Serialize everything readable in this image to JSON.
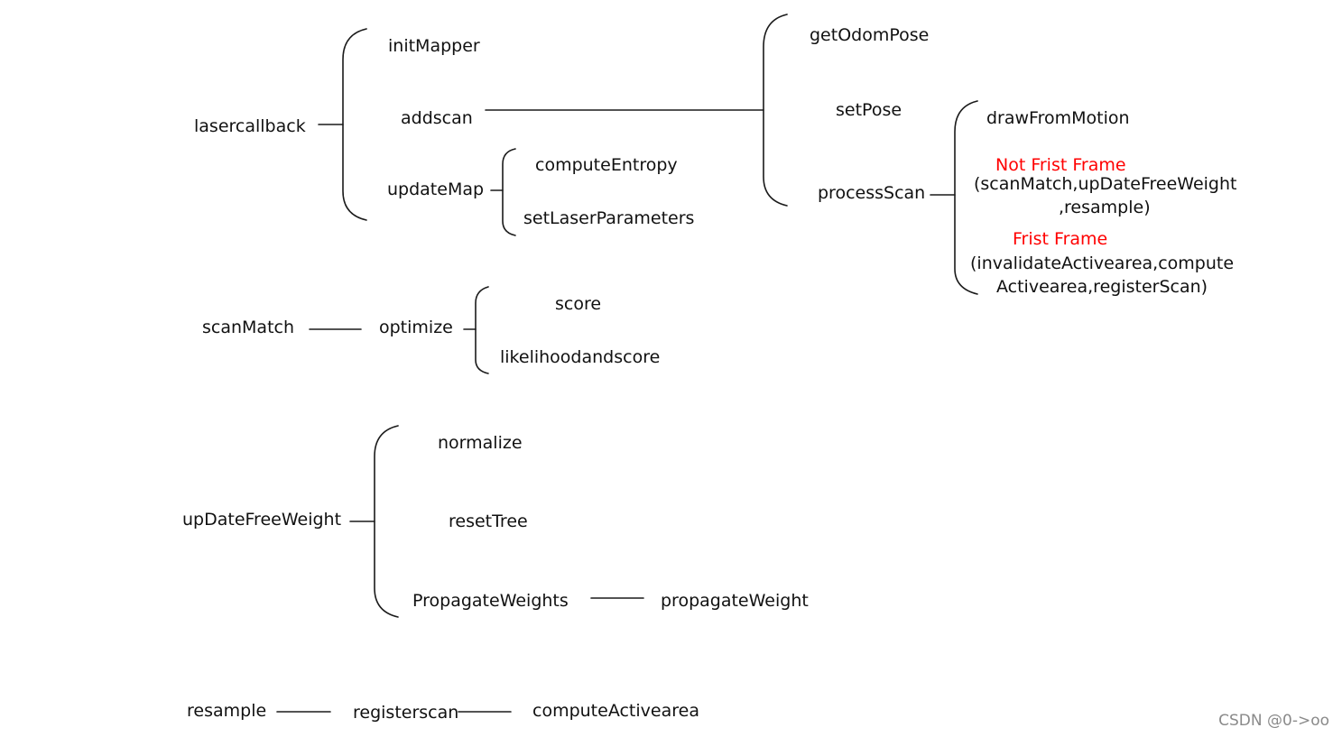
{
  "diagram": {
    "nodes": {
      "lasercallback": "lasercallback",
      "initMapper": "initMapper",
      "addscan": "addscan",
      "updateMap": "updateMap",
      "computeEntropy": "computeEntropy",
      "setLaserParameters": "setLaserParameters",
      "getOdomPose": "getOdomPose",
      "setPose": "setPose",
      "processScan": "processScan",
      "drawFromMotion": "drawFromMotion",
      "notFirstFrameLabel": "Not Frist Frame",
      "notFirstFrameLine1": "(scanMatch,upDateFreeWeight",
      "notFirstFrameLine2": ",resample)",
      "firstFrameLabel": "Frist Frame",
      "firstFrameLine1": "(invalidateActivearea,compute",
      "firstFrameLine2": "Activearea,registerScan)",
      "scanMatch": "scanMatch",
      "optimize": "optimize",
      "score": "score",
      "likelihoodandscore": "likelihoodandscore",
      "upDateFreeWeight": "upDateFreeWeight",
      "normalize": "normalize",
      "resetTree": "resetTree",
      "PropagateWeights": "PropagateWeights",
      "propagateWeight": "propagateWeight",
      "resample": "resample",
      "registerscan": "registerscan",
      "computeActivearea": "computeActivearea"
    },
    "highlight_color": "#ff0000",
    "line_color": "#1a1a1a"
  },
  "watermark": "CSDN @0->oo"
}
